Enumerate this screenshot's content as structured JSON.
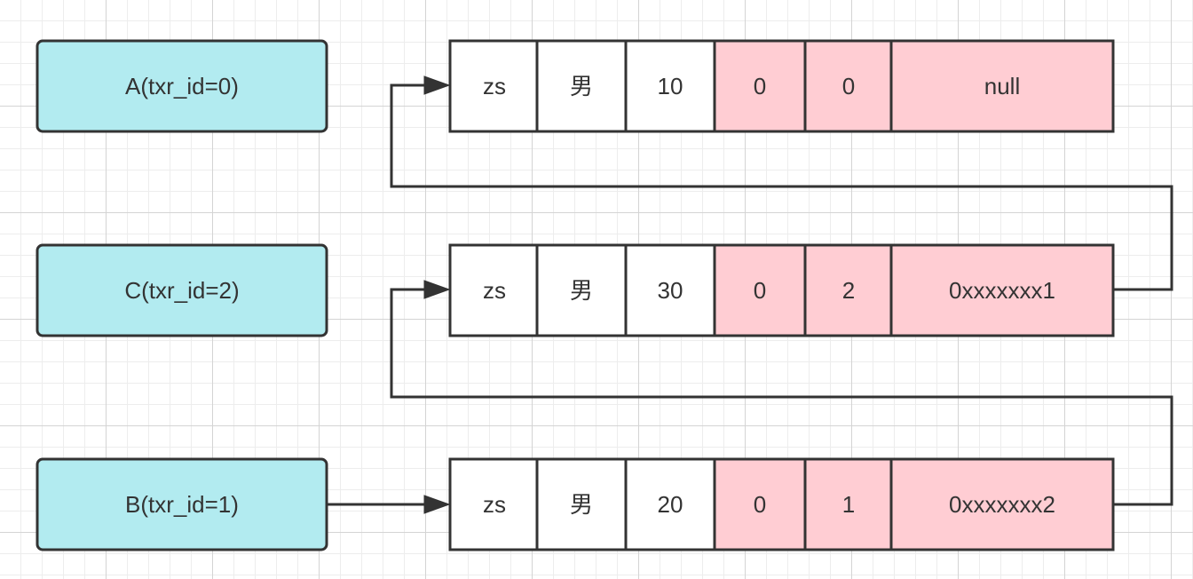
{
  "transactions": {
    "a": "A(txr_id=0)",
    "c": "C(txr_id=2)",
    "b": "B(txr_id=1)"
  },
  "rows": [
    {
      "cells": [
        "zs",
        "男",
        "10",
        "0",
        "0",
        "null"
      ]
    },
    {
      "cells": [
        "zs",
        "男",
        "30",
        "0",
        "2",
        "0xxxxxxx1"
      ]
    },
    {
      "cells": [
        "zs",
        "男",
        "20",
        "0",
        "1",
        "0xxxxxxx2"
      ]
    }
  ],
  "colors": {
    "transaction_fill": "#b2ebf0",
    "data_cell_fill": "#ffffff",
    "hidden_column_fill": "#ffcdd3",
    "stroke": "#333333"
  }
}
